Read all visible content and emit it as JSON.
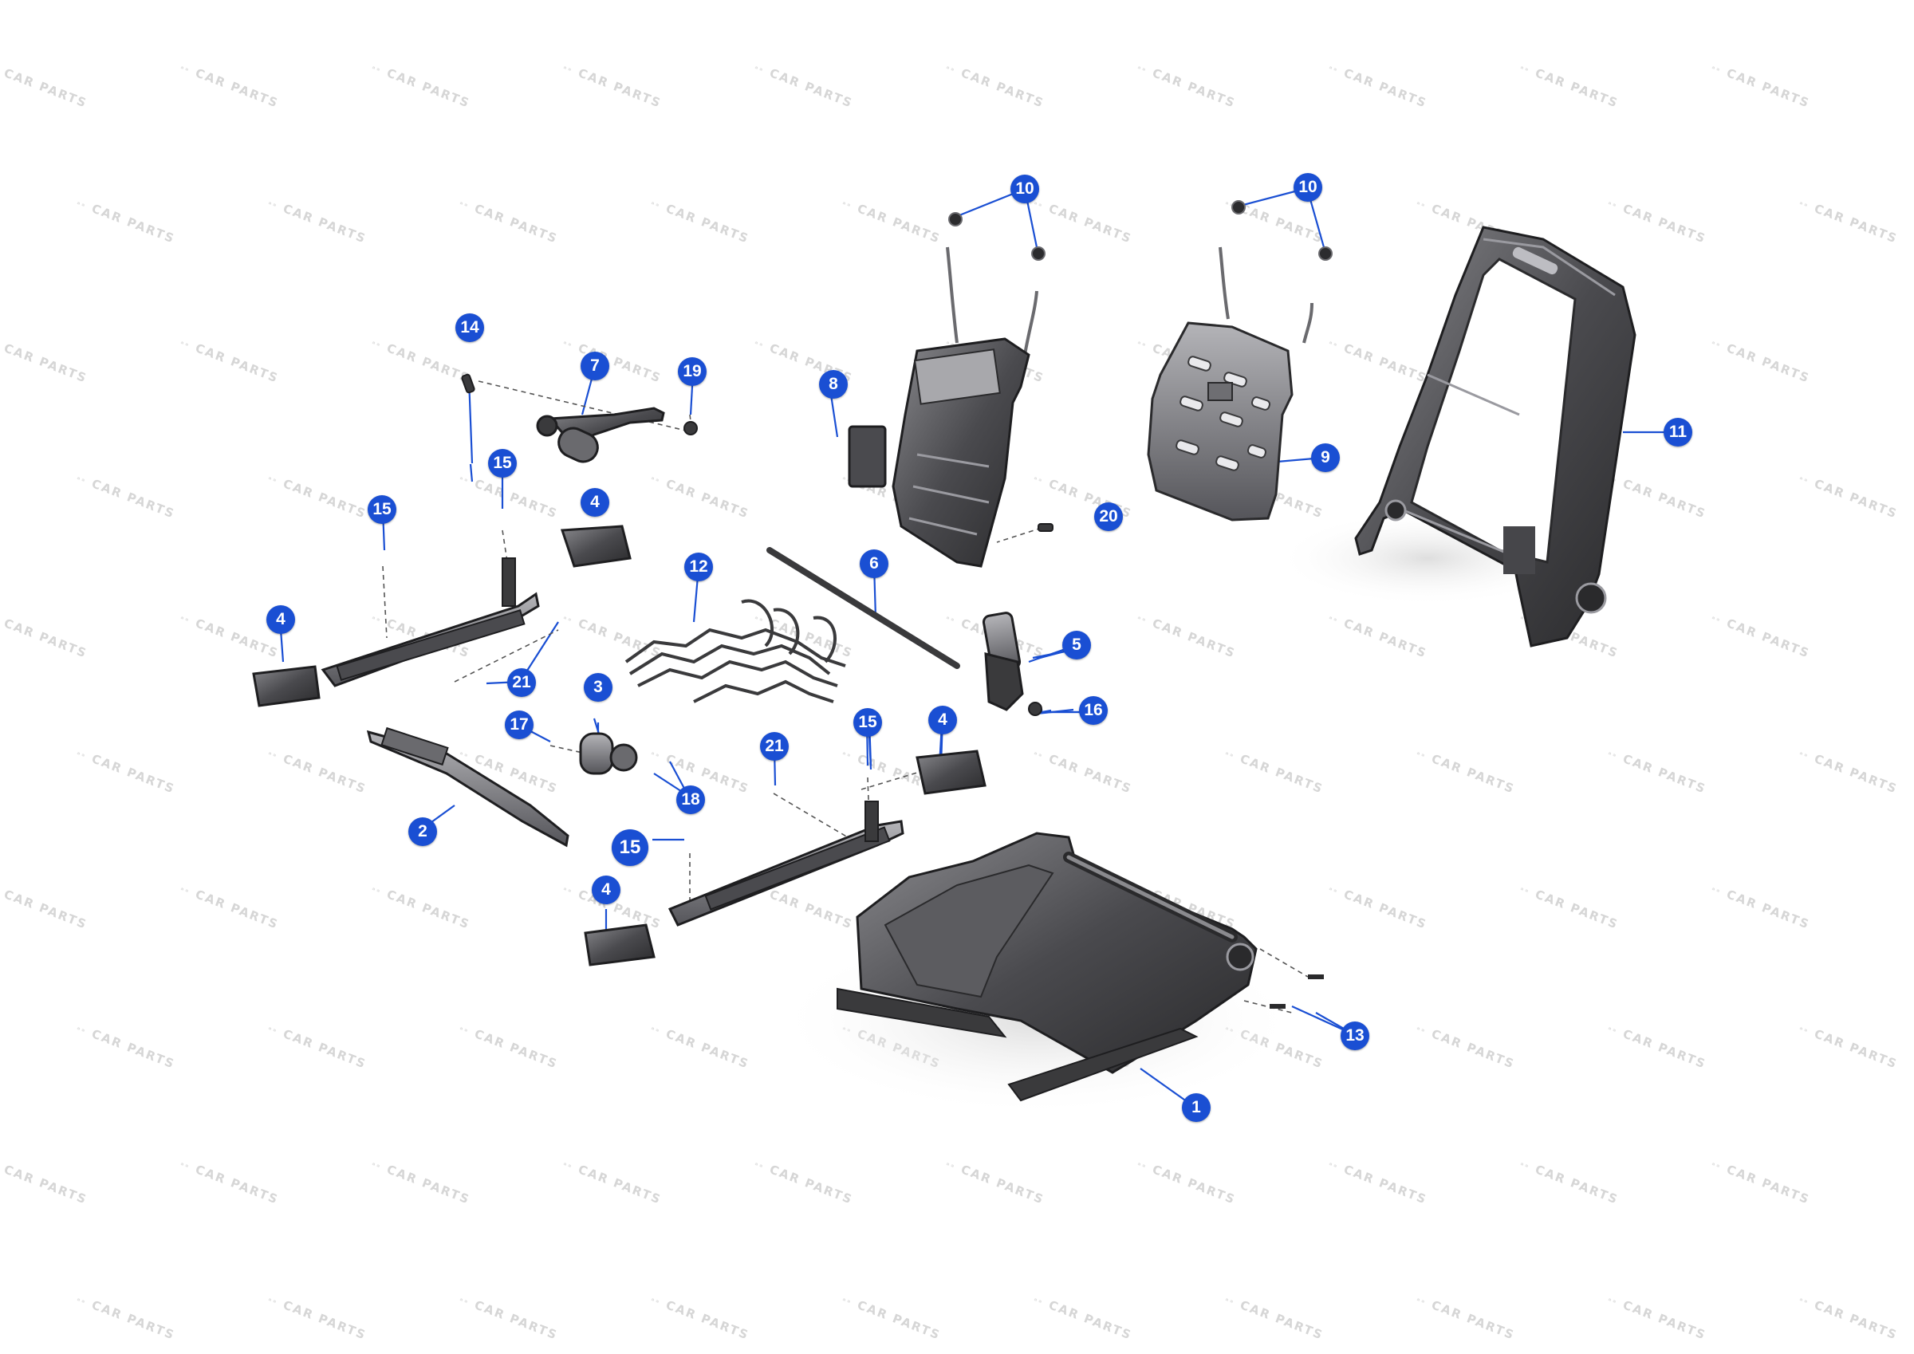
{
  "watermark": {
    "text": "CAR PARTS",
    "logo": "ᵃᵃ"
  },
  "colors": {
    "callout": "#1a4fd3",
    "callout_text": "#ffffff",
    "part": "#3a3a3c",
    "part_light": "#7c7c80",
    "leader": "#1a4fd3"
  },
  "callouts": [
    {
      "id": "c1",
      "label": "1"
    },
    {
      "id": "c2",
      "label": "2"
    },
    {
      "id": "c3",
      "label": "3"
    },
    {
      "id": "c4a",
      "label": "4"
    },
    {
      "id": "c4b",
      "label": "4"
    },
    {
      "id": "c4c",
      "label": "4"
    },
    {
      "id": "c4d",
      "label": "4"
    },
    {
      "id": "c5",
      "label": "5"
    },
    {
      "id": "c6",
      "label": "6"
    },
    {
      "id": "c7",
      "label": "7"
    },
    {
      "id": "c8",
      "label": "8"
    },
    {
      "id": "c9",
      "label": "9"
    },
    {
      "id": "c10a",
      "label": "10"
    },
    {
      "id": "c10b",
      "label": "10"
    },
    {
      "id": "c11",
      "label": "11"
    },
    {
      "id": "c12",
      "label": "12"
    },
    {
      "id": "c13",
      "label": "13"
    },
    {
      "id": "c14",
      "label": "14"
    },
    {
      "id": "c15a",
      "label": "15"
    },
    {
      "id": "c15b",
      "label": "15"
    },
    {
      "id": "c15c",
      "label": "15"
    },
    {
      "id": "c15d",
      "label": "15"
    },
    {
      "id": "c16",
      "label": "16"
    },
    {
      "id": "c17",
      "label": "17"
    },
    {
      "id": "c18",
      "label": "18"
    },
    {
      "id": "c19",
      "label": "19"
    },
    {
      "id": "c20",
      "label": "20"
    },
    {
      "id": "c21a",
      "label": "21"
    },
    {
      "id": "c21b",
      "label": "21"
    }
  ]
}
